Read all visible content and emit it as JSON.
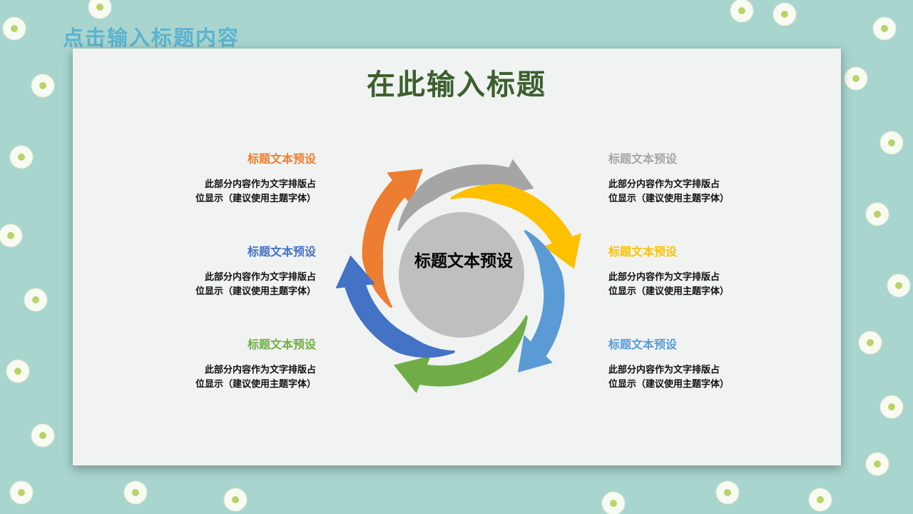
{
  "corner_title": "点击输入标题内容",
  "title": "在此输入标题",
  "center_label": "标题文本预设",
  "colors": {
    "background": "#a9d5cf",
    "title": "#3d5f2e",
    "center_circle": "#bfbfbf"
  },
  "items": [
    {
      "heading": "标题文本预设",
      "line1": "此部分内容作为文字排版占",
      "line2": "位显示（建议使用主题字体）",
      "color": "#ed7d31",
      "side": "left"
    },
    {
      "heading": "标题文本预设",
      "line1": "此部分内容作为文字排版占",
      "line2": "位显示（建议使用主题字体）",
      "color": "#4472c4",
      "side": "left"
    },
    {
      "heading": "标题文本预设",
      "line1": "此部分内容作为文字排版占",
      "line2": "位显示（建议使用主题字体）",
      "color": "#70ad47",
      "side": "left"
    },
    {
      "heading": "标题文本预设",
      "line1": "此部分内容作为文字排版占",
      "line2": "位显示（建议使用主题字体）",
      "color": "#a5a5a5",
      "side": "right"
    },
    {
      "heading": "标题文本预设",
      "line1": "此部分内容作为文字排版占",
      "line2": "位显示（建议使用主题字体）",
      "color": "#ffc000",
      "side": "right"
    },
    {
      "heading": "标题文本预设",
      "line1": "此部分内容作为文字排版占",
      "line2": "位显示（建议使用主题字体）",
      "color": "#5b9bd5",
      "side": "right"
    }
  ],
  "arrows": [
    {
      "name": "orange",
      "color": "#ed7d31"
    },
    {
      "name": "gray",
      "color": "#a5a5a5"
    },
    {
      "name": "yellow",
      "color": "#ffc000"
    },
    {
      "name": "light-blue",
      "color": "#5b9bd5"
    },
    {
      "name": "green",
      "color": "#70ad47"
    },
    {
      "name": "blue",
      "color": "#4472c4"
    }
  ]
}
